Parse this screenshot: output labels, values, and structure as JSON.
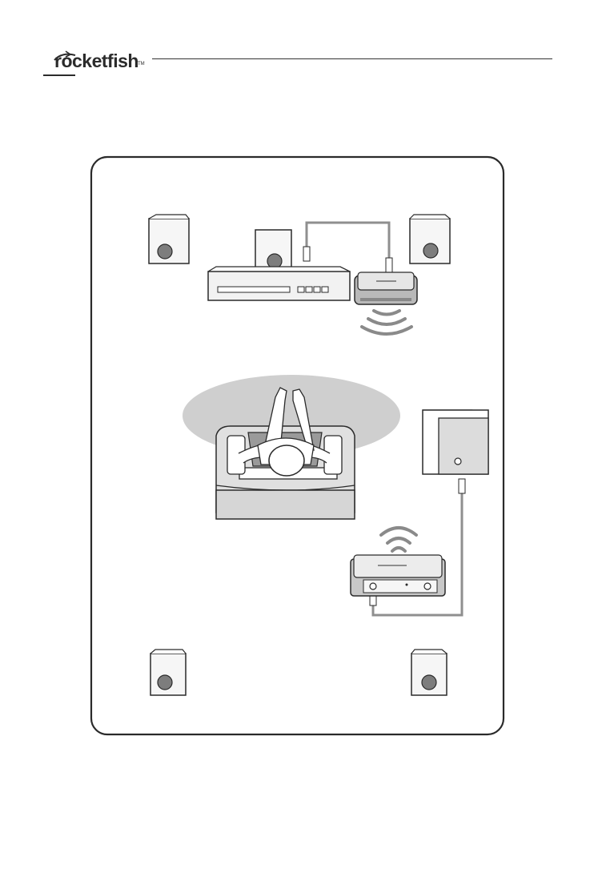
{
  "brand": {
    "logo_text": "rocketfish",
    "trademark": "TM"
  },
  "colors": {
    "outline": "#2a2a2a",
    "speaker_face": "#f2f2f2",
    "speaker_cone": "#7d7d7d",
    "waves": "#8a8a8a",
    "listening_area": "#cfcfcf",
    "cable": "#8f8f8f"
  },
  "icons": {
    "logo": "rocketfish-logo",
    "transmitter": "wireless-transmitter-icon",
    "receiver": "wireless-receiver-icon",
    "subwoofer": "subwoofer-icon",
    "listener": "listener-in-chair-icon"
  }
}
